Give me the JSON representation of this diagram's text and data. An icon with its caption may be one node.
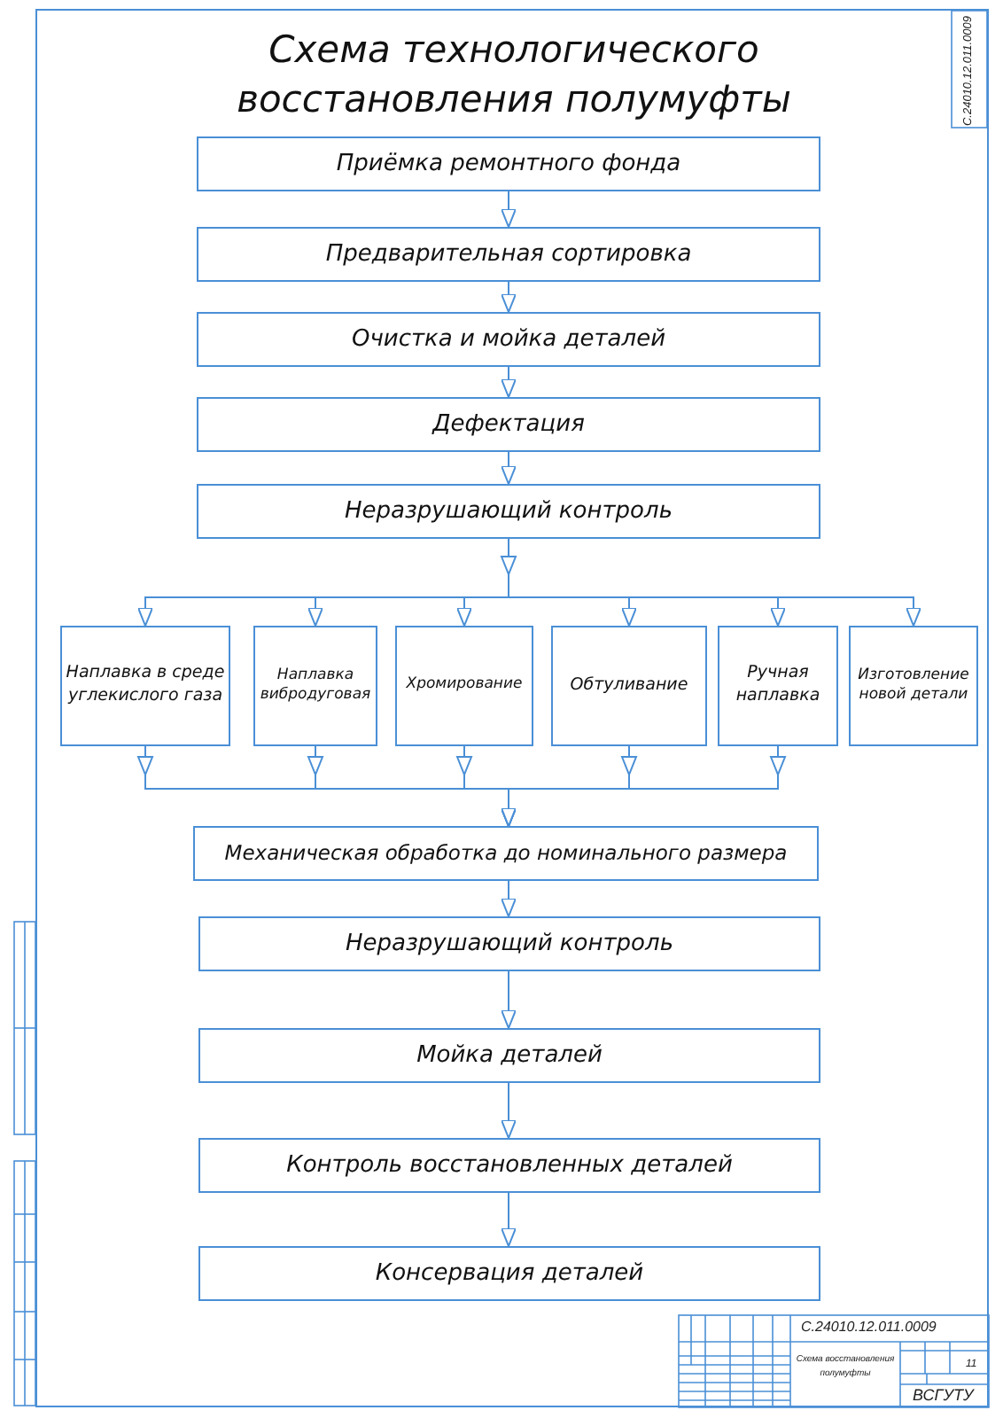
{
  "diagram": {
    "title": "Схема технологического восстановления полумуфты",
    "nodes": [
      {
        "text": [
          "Приёмка ремонтного фонда"
        ]
      },
      {
        "text": [
          "Предварительная сортировка"
        ]
      },
      {
        "text": [
          "Очистка и мойка деталей"
        ]
      },
      {
        "text": [
          "Дефектация"
        ]
      },
      {
        "text": [
          "Неразрушающий контроль"
        ]
      },
      {
        "text": [
          "Наплавка в среде углекислого газа"
        ]
      },
      {
        "text": [
          "Наплавка вибродуговая"
        ]
      },
      {
        "text": [
          "Хромирование"
        ]
      },
      {
        "text": [
          "Обтуливание"
        ]
      },
      {
        "text": [
          "Ручная наплавка"
        ]
      },
      {
        "text": [
          "Изготовление новой детали"
        ]
      },
      {
        "text": [
          "Механическая обработка до номинального размера"
        ]
      },
      {
        "text": [
          "Неразрушающий контроль"
        ]
      },
      {
        "text": [
          "Мойка деталей"
        ]
      },
      {
        "text": [
          "Контроль восстановленных деталей"
        ]
      },
      {
        "text": [
          "Консервация деталей"
        ]
      }
    ],
    "edges": [
      {
        "from": 0,
        "to": 1,
        "arrow": "to"
      },
      {
        "from": 1,
        "to": 2,
        "arrow": "to"
      },
      {
        "from": 2,
        "to": 3,
        "arrow": "to"
      },
      {
        "from": 3,
        "to": 4,
        "arrow": "to"
      },
      {
        "from": 4,
        "to": 5,
        "arrow": "to"
      },
      {
        "from": 4,
        "to": 6,
        "arrow": "to"
      },
      {
        "from": 4,
        "to": 7,
        "arrow": "to"
      },
      {
        "from": 4,
        "to": 8,
        "arrow": "to"
      },
      {
        "from": 4,
        "to": 9,
        "arrow": "to"
      },
      {
        "from": 4,
        "to": 10,
        "arrow": "to"
      },
      {
        "from": 5,
        "to": 11,
        "arrow": "to"
      },
      {
        "from": 6,
        "to": 11,
        "arrow": "to"
      },
      {
        "from": 7,
        "to": 11,
        "arrow": "to"
      },
      {
        "from": 8,
        "to": 11,
        "arrow": "to"
      },
      {
        "from": 9,
        "to": 11,
        "arrow": "to"
      },
      {
        "from": 11,
        "to": 12,
        "arrow": "to"
      },
      {
        "from": 12,
        "to": 13,
        "arrow": "to"
      },
      {
        "from": 13,
        "to": 14,
        "arrow": "to"
      },
      {
        "from": 14,
        "to": 15,
        "arrow": "to"
      }
    ],
    "labels": [
      "С.24010.12.011.0009",
      "С.24010.12.011.0009",
      "Схема восстановления полумуфты",
      "11",
      "ВСГУТУ"
    ]
  }
}
